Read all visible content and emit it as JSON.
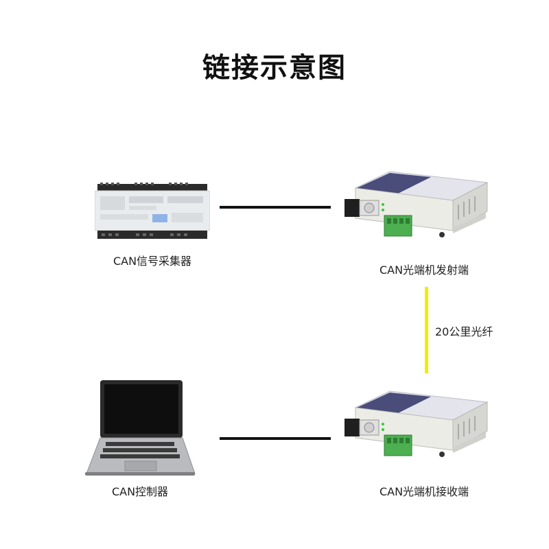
{
  "title": "链接示意图",
  "nodes": {
    "collector": "CAN信号采集器",
    "transmitter": "CAN光端机发射端",
    "controller": "CAN控制器",
    "receiver": "CAN光端机接收端"
  },
  "fiber_label": "20公里光纤",
  "colors": {
    "fiber": "#f2ec00",
    "wire": "#111111",
    "terminal": "#4caf50"
  }
}
